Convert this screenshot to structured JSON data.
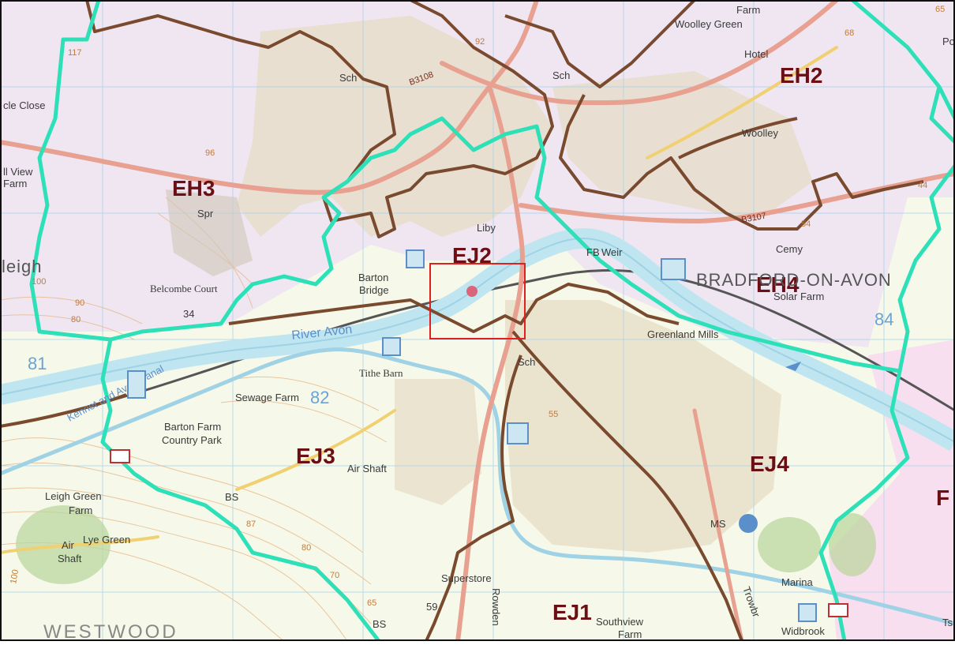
{
  "map": {
    "zones": [
      "EH2",
      "EH3",
      "EH4",
      "EJ1",
      "EJ2",
      "EJ3",
      "EJ4",
      "F"
    ],
    "places": {
      "woolley_green": "Woolley Green",
      "farm_top": "Farm",
      "hotel": "Hotel",
      "woolley": "Woolley",
      "cemy": "Cemy",
      "weir": "Weir",
      "fb": "FB",
      "bradford": "BRADFORD-ON-AVON",
      "solar_farm": "Solar Farm",
      "greenland_mills": "Greenland Mills",
      "barton_bridge_1": "Barton",
      "barton_bridge_2": "Bridge",
      "belcombe_court": "Belcombe Court",
      "tithe_barn": "Tithe Barn",
      "sewage_farm": "Sewage Farm",
      "barton_farm_1": "Barton Farm",
      "barton_farm_2": "Country Park",
      "air_shaft": "Air Shaft",
      "leigh_green_farm_1": "Leigh Green",
      "leigh_green_farm_2": "Farm",
      "lye_green": "Lye Green",
      "air_shaft_2a": "Air",
      "air_shaft_2b": "Shaft",
      "superstore": "Superstore",
      "rowden": "Rowden",
      "southview_farm_1": "Southview",
      "southview_farm_2": "Farm",
      "widbrook": "Widbrook",
      "marina": "Marina",
      "ms": "MS",
      "bs_1": "BS",
      "bs_2": "BS",
      "sch_1": "Sch",
      "sch_2": "Sch",
      "sch_3": "Sch",
      "library": "Liby",
      "view_farm_1": "ll View",
      "view_farm_2": "Farm",
      "close": "cle Close",
      "leigh": "leigh",
      "westwood": "WESTWOOD",
      "river_avon": "River Avon",
      "canal": "Kennet and Avon Canal",
      "spr": "Spr",
      "ts": "Ts",
      "po": "Po",
      "trowbridge_rd": "Trowbr"
    },
    "roads": {
      "b3108": "B3108",
      "b3107": "B3107"
    },
    "grid_numbers": [
      "81",
      "82",
      "84"
    ],
    "spot_heights": [
      "117",
      "92",
      "68",
      "65",
      "96",
      "44",
      "54",
      "34",
      "100",
      "90",
      "80",
      "87",
      "80",
      "70",
      "65",
      "59",
      "55",
      "100"
    ],
    "colors": {
      "ward_boundary": "#2ee0b8",
      "parish_boundary": "#7a4a2e",
      "highlight_box": "#e0201e",
      "zone_label": "#6b0f14",
      "water": "#bfe6f0",
      "a_road": "#e8a090"
    }
  }
}
